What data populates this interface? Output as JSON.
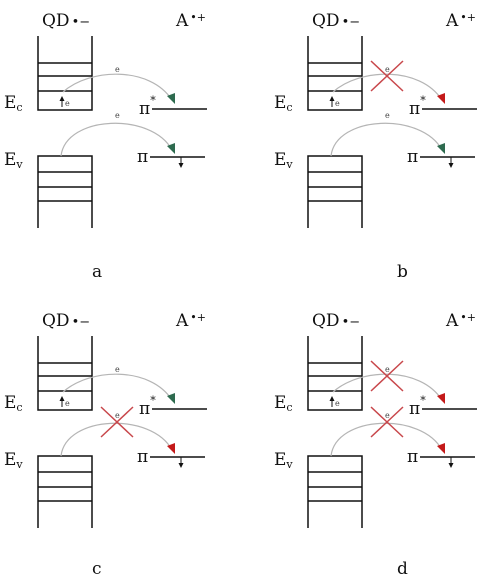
{
  "labels": {
    "qd": "QD",
    "qd_charge": "•−",
    "acceptor": "A",
    "acceptor_charge": "•+",
    "ec": "E",
    "ec_sub": "c",
    "ev": "E",
    "ev_sub": "v",
    "pi": "π",
    "pi_star": "π",
    "star": "*",
    "electron": "e"
  },
  "panels": [
    {
      "id": "a",
      "caption": "a",
      "top_transfer": "allowed",
      "bottom_transfer": "allowed"
    },
    {
      "id": "b",
      "caption": "b",
      "top_transfer": "blocked",
      "bottom_transfer": "allowed"
    },
    {
      "id": "c",
      "caption": "c",
      "top_transfer": "allowed",
      "bottom_transfer": "blocked"
    },
    {
      "id": "d",
      "caption": "d",
      "top_transfer": "blocked",
      "bottom_transfer": "blocked"
    }
  ],
  "colors": {
    "allowed_arrow": "#2e6b4f",
    "blocked_arrow": "#c41a1a",
    "cross": "#c8474b",
    "curve": "#b5b5b5",
    "line": "#111111"
  }
}
